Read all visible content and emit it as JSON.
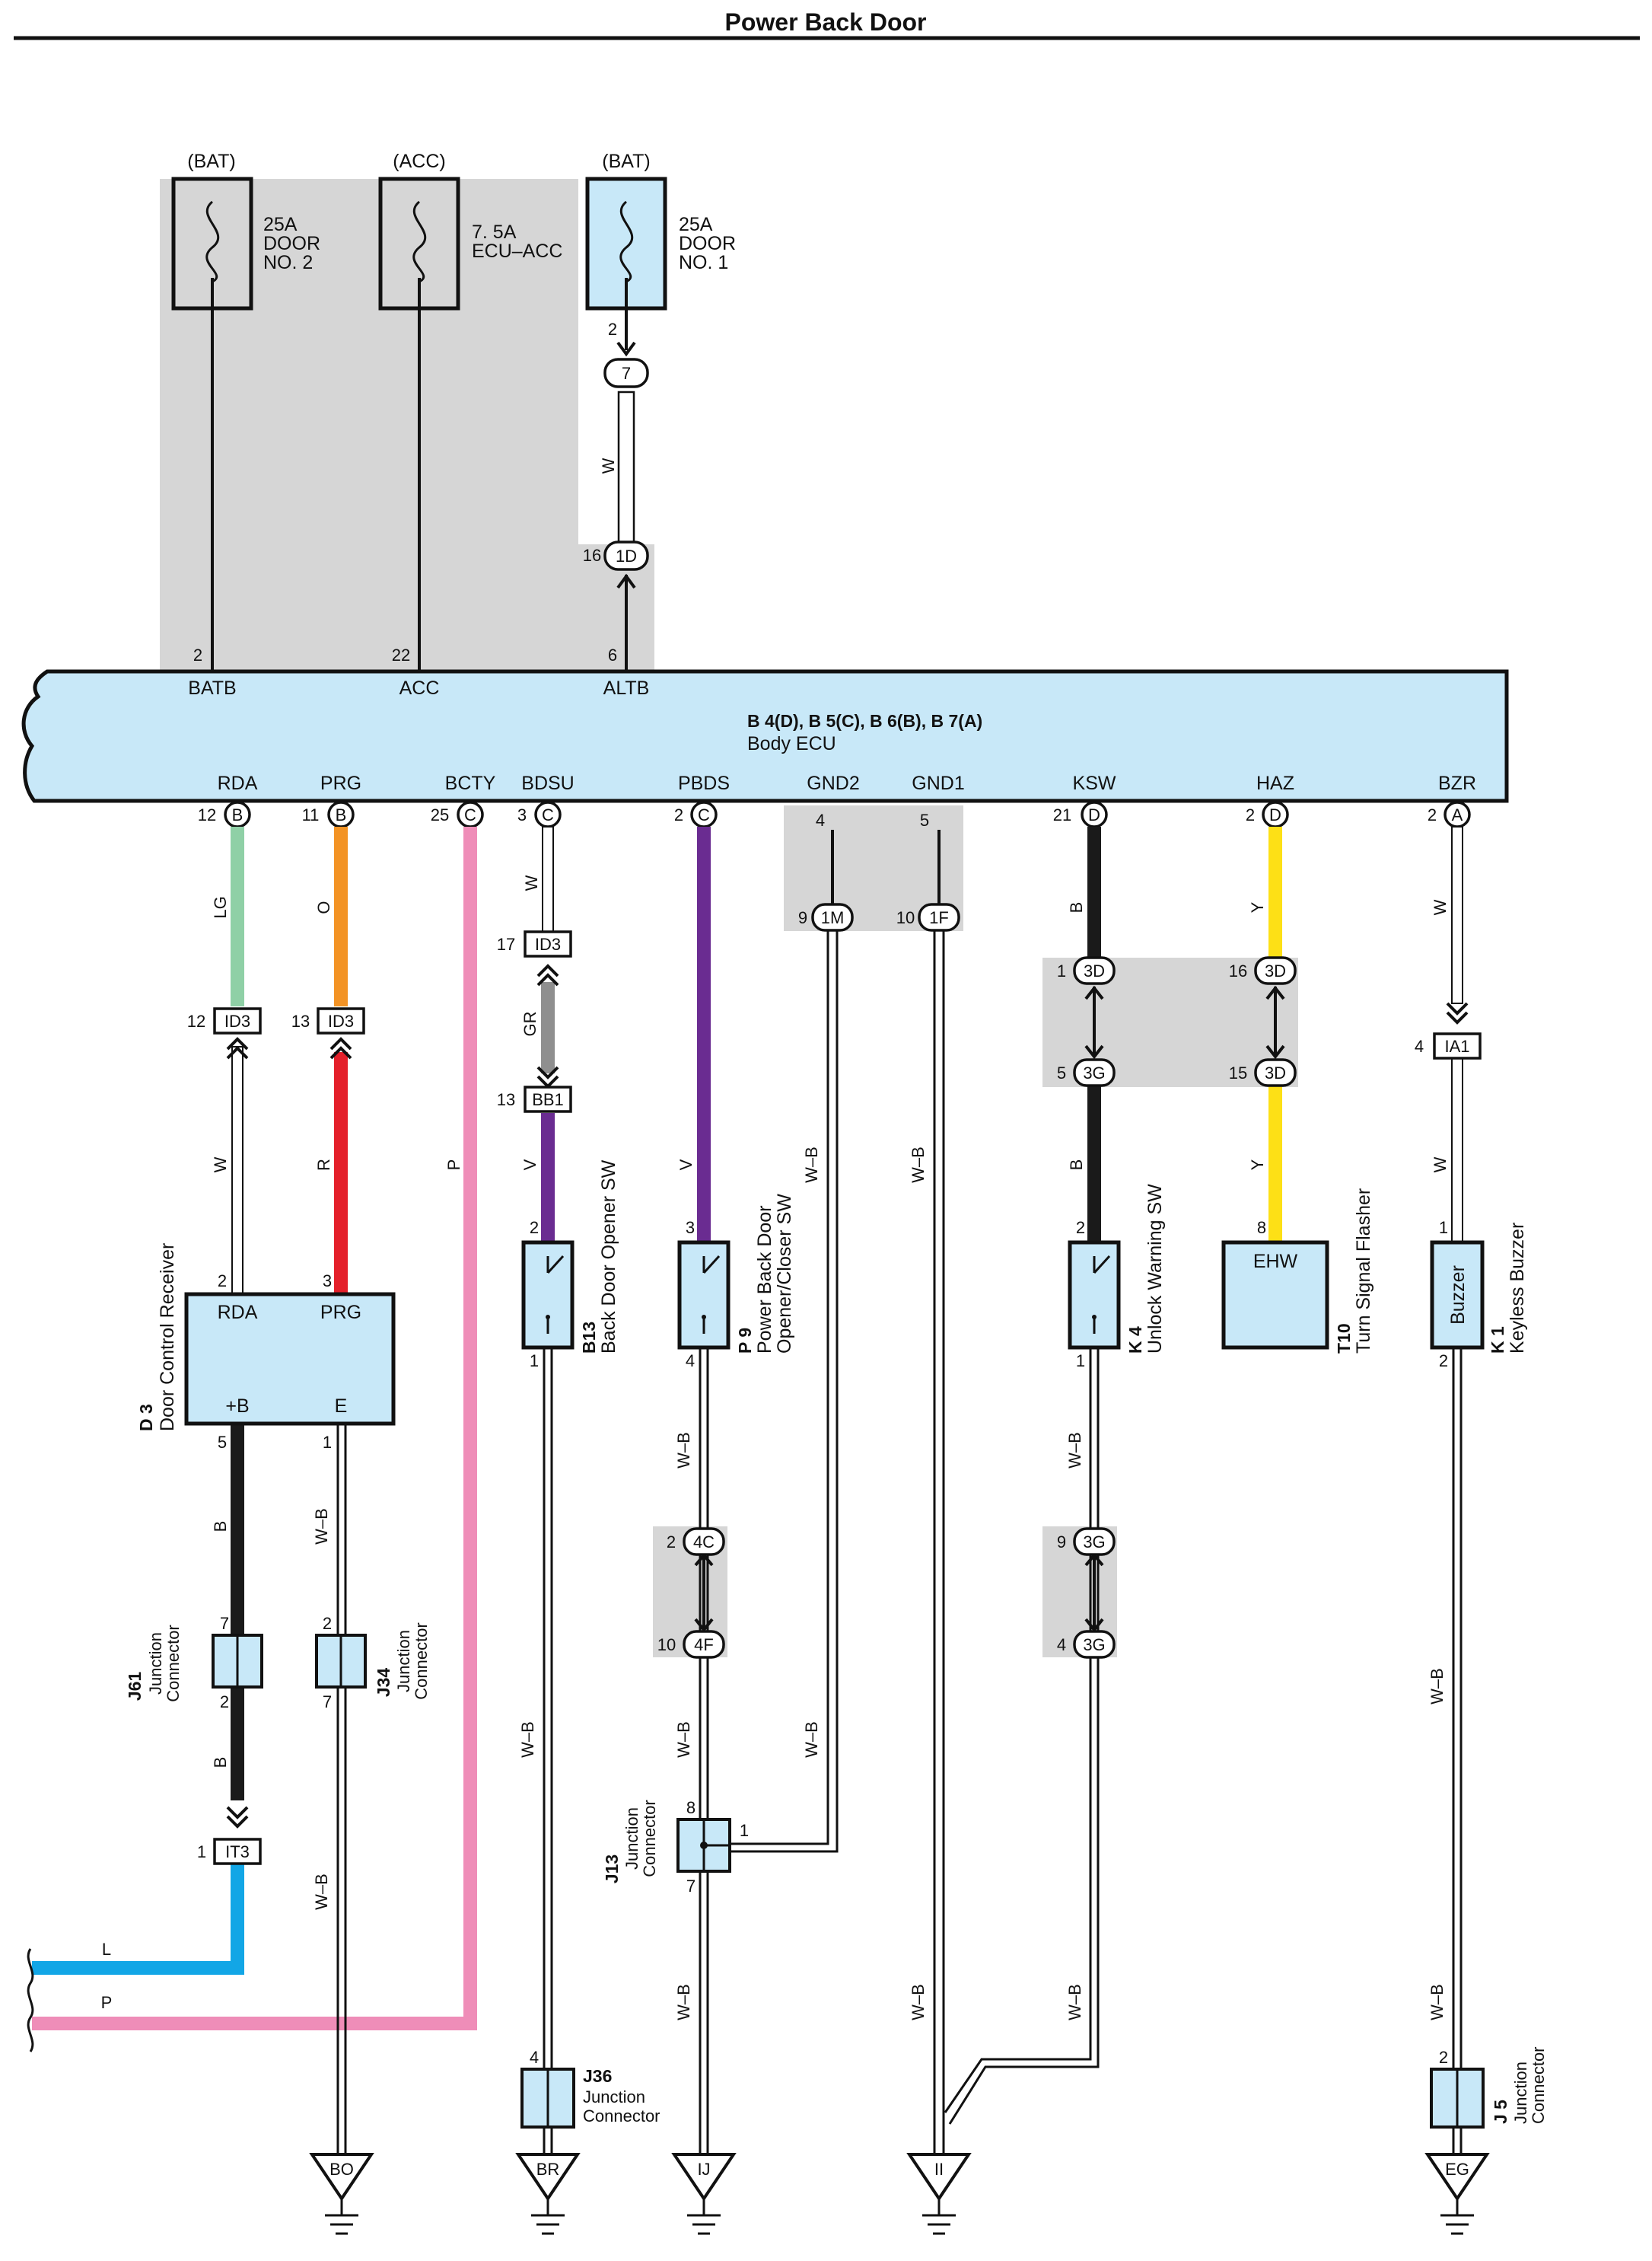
{
  "title": "Power Back Door",
  "fuses": [
    {
      "source": "(BAT)",
      "rating": "25A",
      "name_line1": "DOOR",
      "name_line2": "NO. 2"
    },
    {
      "source": "(ACC)",
      "rating": "7. 5A",
      "name_line1": "ECU–ACC",
      "name_line2": ""
    },
    {
      "source": "(BAT)",
      "rating": "25A",
      "name_line1": "DOOR",
      "name_line2": "NO. 1"
    }
  ],
  "ecu": {
    "codes": "B 4(D), B 5(C), B 6(B), B 7(A)",
    "name": "Body ECU",
    "top_terminals": [
      {
        "name": "BATB",
        "pin": "2"
      },
      {
        "name": "ACC",
        "pin": "22"
      },
      {
        "name": "ALTB",
        "pin": "6"
      }
    ],
    "bottom_terminals": [
      {
        "name": "RDA",
        "pin": "12",
        "conn": "B"
      },
      {
        "name": "PRG",
        "pin": "11",
        "conn": "B"
      },
      {
        "name": "BCTY",
        "pin": "25",
        "conn": "C"
      },
      {
        "name": "BDSU",
        "pin": "3",
        "conn": "C"
      },
      {
        "name": "PBDS",
        "pin": "2",
        "conn": "C"
      },
      {
        "name": "GND2",
        "pin": "4",
        "conn": ""
      },
      {
        "name": "GND1",
        "pin": "5",
        "conn": ""
      },
      {
        "name": "KSW",
        "pin": "21",
        "conn": "D"
      },
      {
        "name": "HAZ",
        "pin": "2",
        "conn": "D"
      },
      {
        "name": "BZR",
        "pin": "2",
        "conn": "A"
      }
    ]
  },
  "connectors": [
    {
      "id": "7",
      "pin": "2"
    },
    {
      "id": "1D",
      "pin": "16"
    },
    {
      "id": "1M",
      "pin": "9"
    },
    {
      "id": "1F",
      "pin": "10"
    },
    {
      "id": "ID3",
      "pin": "12"
    },
    {
      "id": "ID3",
      "pin": "13"
    },
    {
      "id": "ID3",
      "pin": "17"
    },
    {
      "id": "BB1",
      "pin": "13"
    },
    {
      "id": "3D",
      "pin": "1"
    },
    {
      "id": "3D",
      "pin": "16"
    },
    {
      "id": "3G",
      "pin": "5"
    },
    {
      "id": "3D",
      "pin": "15"
    },
    {
      "id": "IA1",
      "pin": "4"
    },
    {
      "id": "4C",
      "pin": "2"
    },
    {
      "id": "4F",
      "pin": "10"
    },
    {
      "id": "3G",
      "pin": "9"
    },
    {
      "id": "3G",
      "pin": "4"
    },
    {
      "id": "IT3",
      "pin": "1"
    }
  ],
  "wire_colors": {
    "w": "W",
    "lg": "LG",
    "o": "O",
    "r": "R",
    "p": "P",
    "gr": "GR",
    "v": "V",
    "wb": "W–B",
    "b": "B",
    "y": "Y",
    "l": "L"
  },
  "colors": {
    "light_green": "#8fd0a6",
    "orange": "#f39324",
    "red": "#e4202a",
    "pink": "#ef8db8",
    "purple": "#6a2c91",
    "black": "#1a1a1a",
    "yellow": "#fde016",
    "blue": "#12a6e6",
    "gray_wire": "#8f8f8f",
    "ecu_fill": "#c8e8f8",
    "shade": "#d6d6d6"
  },
  "components": {
    "d3": {
      "code": "D 3",
      "name": "Door Control Receiver",
      "term_rda": "RDA",
      "term_prg": "PRG",
      "term_b": "+B",
      "term_e": "E",
      "pin_rda": "2",
      "pin_prg": "3",
      "pin_b": "5",
      "pin_e": "1"
    },
    "b13": {
      "code": "B13",
      "name": "Back Door Opener SW",
      "pin_top": "2",
      "pin_bot": "1"
    },
    "p9": {
      "code": "P 9",
      "name_line1": "Power Back Door",
      "name_line2": "Opener/Closer SW",
      "pin_top": "3",
      "pin_bot": "4"
    },
    "k4": {
      "code": "K 4",
      "name": "Unlock Warning SW",
      "pin_top": "2",
      "pin_bot": "1"
    },
    "t10": {
      "code": "T10",
      "name": "Turn Signal Flasher",
      "inner": "EHW",
      "pin_top": "8"
    },
    "k1": {
      "code": "K 1",
      "name": "Keyless Buzzer",
      "inner": "Buzzer",
      "pin_top": "1",
      "pin_bot": "2"
    },
    "j61": {
      "code": "J61",
      "name_line1": "Junction",
      "name_line2": "Connector",
      "pin_top": "7",
      "pin_bot": "2"
    },
    "j34": {
      "code": "J34",
      "name_line1": "Junction",
      "name_line2": "Connector",
      "pin_top": "2",
      "pin_bot": "7"
    },
    "j13": {
      "code": "J13",
      "name_line1": "Junction",
      "name_line2": "Connector",
      "pin_top": "8",
      "pin_bot": "7",
      "pin_side": "1"
    },
    "j36": {
      "code": "J36",
      "name_line1": "Junction",
      "name_line2": "Connector",
      "pin_top": "4"
    },
    "j5": {
      "code": "J 5",
      "name_line1": "Junction",
      "name_line2": "Connector",
      "pin_top": "2"
    }
  },
  "grounds": [
    "BO",
    "BR",
    "IJ",
    "II",
    "EG"
  ]
}
